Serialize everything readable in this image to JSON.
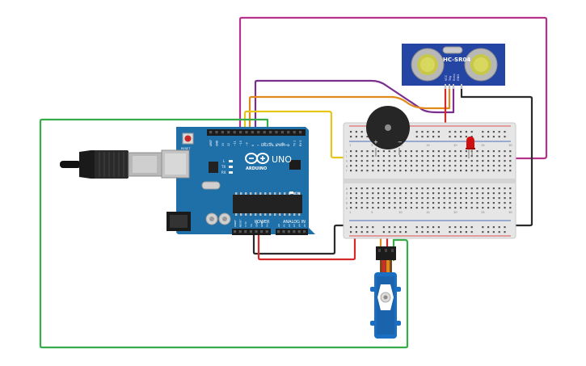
{
  "arduino": {
    "brand": "ARDUINO",
    "model": "UNO",
    "digital_label": "DIGITAL (PWM~)",
    "power_label": "POWER",
    "analog_label": "ANALOG IN",
    "reset_label": "RESET",
    "on_label": "ON",
    "led_labels": [
      "L",
      "TX",
      "RX"
    ],
    "top_pins": [
      "AREF",
      "GND",
      "13",
      "12",
      "~11",
      "~10",
      "~9",
      "8",
      "7",
      "~6",
      "~5",
      "4",
      "~3",
      "2",
      "TX 1",
      "RX 0"
    ],
    "power_pins": [
      "IOREF",
      "RESET",
      "3.3V",
      "5V",
      "GND",
      "GND",
      "Vin"
    ],
    "analog_pins": [
      "A0",
      "A1",
      "A2",
      "A3",
      "A4",
      "A5"
    ],
    "colors": {
      "board": "#1f6fa8",
      "board_dark": "#175a8a",
      "chip": "#222222"
    }
  },
  "sensor": {
    "label": "HC-SR04",
    "pins": [
      "VCC",
      "Trig",
      "Echo",
      "GND"
    ],
    "colors": {
      "board": "#2545a5",
      "can": "#b8b8b8",
      "mesh": "#c7c84a"
    }
  },
  "breadboard": {
    "row_numbers": [
      "1",
      "5",
      "10",
      "15",
      "20",
      "25",
      "30"
    ],
    "col_letters_top": [
      "j",
      "i",
      "h",
      "g",
      "f"
    ],
    "col_letters_bottom": [
      "e",
      "d",
      "c",
      "b",
      "a"
    ],
    "colors": {
      "body": "#e6e6e6",
      "hole": "#555555",
      "rail_red": "#d9534f",
      "rail_blue": "#4a6fb5"
    }
  },
  "buzzer": {
    "plus": "+",
    "minus": "−"
  },
  "led": {
    "color": "#d01010"
  },
  "servo": {
    "colors": {
      "body": "#1b6fc2",
      "horn": "#ffffff"
    }
  },
  "wires": {
    "magenta": "#b5338a",
    "purple": "#7a2e8e",
    "orange": "#e08a1c",
    "yellow": "#e6c619",
    "green": "#36ad4a",
    "black": "#2b2b2b",
    "red": "#d8292a",
    "brown": "#7a4a1f"
  }
}
